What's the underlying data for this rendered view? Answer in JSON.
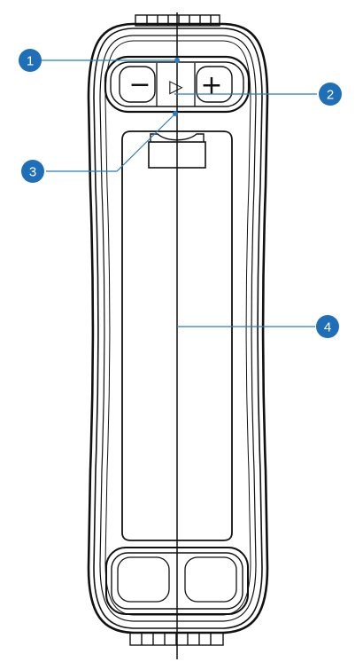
{
  "device": {
    "buttons": {
      "minus": {
        "glyph": "−",
        "icon": "minus-icon"
      },
      "play": {
        "glyph": "▷",
        "icon": "play-icon"
      },
      "plus": {
        "glyph": "+",
        "icon": "plus-icon"
      }
    }
  },
  "callouts": [
    {
      "number": "1"
    },
    {
      "number": "2"
    },
    {
      "number": "3"
    },
    {
      "number": "4"
    }
  ],
  "colors": {
    "callout_fill": "#1f6fb8",
    "callout_line": "#2a7bc4",
    "outline": "#111111",
    "background": "#ffffff"
  }
}
